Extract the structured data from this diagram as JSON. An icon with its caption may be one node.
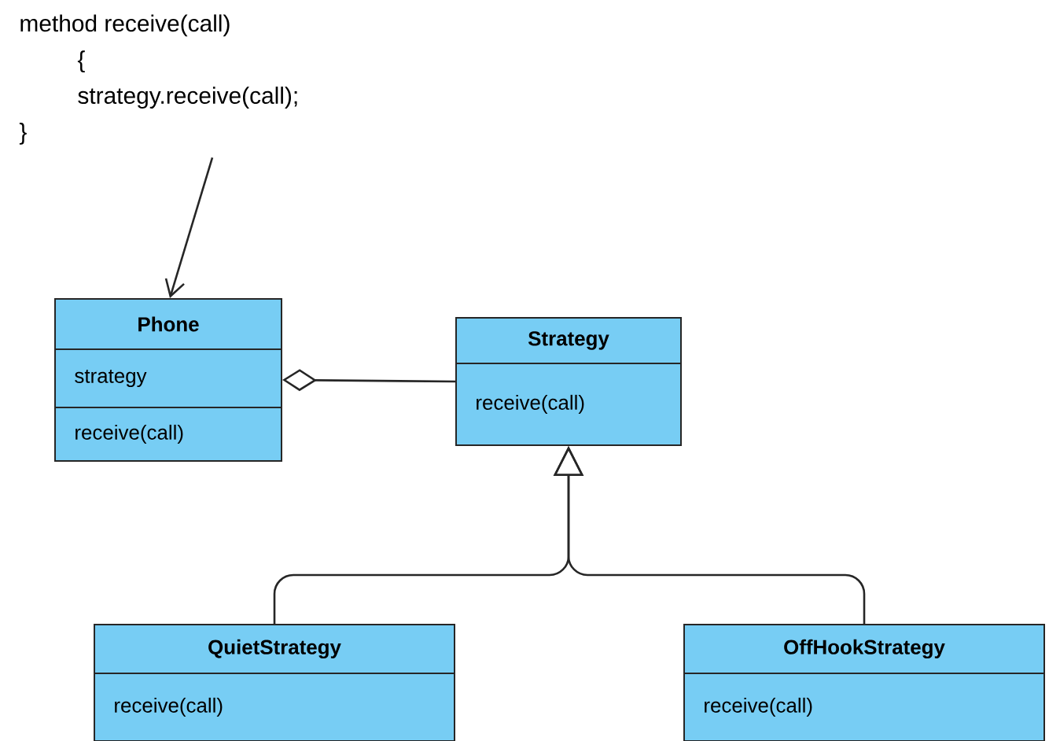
{
  "diagram": {
    "nodes": [
      {
        "text": [
          "method receive(call)",
          "{",
          "strategy.receive(call);",
          "}"
        ]
      },
      {
        "text": [
          "Phone",
          "strategy",
          "receive(call)"
        ]
      },
      {
        "text": [
          "Strategy",
          "receive(call)"
        ]
      },
      {
        "text": [
          "QuietStrategy",
          "receive(call)"
        ]
      },
      {
        "text": [
          "OffHookStrategy",
          "receive(call)"
        ]
      }
    ],
    "edges": [
      {
        "from": 0,
        "to": 1,
        "arrow": "to"
      },
      {
        "from": 2,
        "to": 1,
        "arrow": "other"
      },
      {
        "from": 3,
        "to": 2,
        "arrow": "to"
      },
      {
        "from": 4,
        "to": 2,
        "arrow": "to"
      }
    ]
  }
}
